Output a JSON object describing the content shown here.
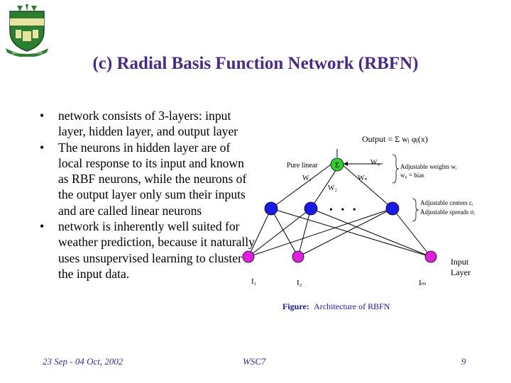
{
  "title": "(c) Radial Basis Function Network (RBFN)",
  "crest": {
    "icon": "university-crest-icon",
    "banner_text": "QUAERITE PRIMUM",
    "color": "#2e7d32"
  },
  "bullets": [
    "network consists of 3-layers: input layer, hidden layer, and output layer",
    "The neurons in hidden layer are of local response to its input and known as RBF neurons, while the neurons of the output layer only sum their inputs and are called linear neurons",
    "network is inherently well suited for weather prediction, because it naturally uses unsupervised learning to cluster the input data."
  ],
  "diagram": {
    "output_label": "Output = Σ wⱼ φⱼ(x)",
    "pure_linear": "Pure linear",
    "sigma": "Σ",
    "weights": {
      "w0": "W₀",
      "w1": "W₁",
      "w2": "W₂",
      "wn": "Wₙ"
    },
    "adjustable_weights": "Adjustable weights wᵢ",
    "bias": "w₀ = bias",
    "adjustable_centers": "Adjustable centers cᵢ",
    "adjustable_spreads": "Adjustable spreads σᵢ",
    "ellipsis": "• • •",
    "inputs": {
      "i1": "I₁",
      "i2": "I₂",
      "im": "Iₘ"
    },
    "input_layer": [
      "Input",
      "Layer"
    ],
    "caption_bold": "Figure:",
    "caption": "Architecture of RBFN",
    "colors": {
      "hidden": "#1a1ae6",
      "output": "#33cc33",
      "input": "#e020e0"
    }
  },
  "footer": {
    "date": "23 Sep - 04 Oct, 2002",
    "conference": "WSC7",
    "page": "9"
  }
}
